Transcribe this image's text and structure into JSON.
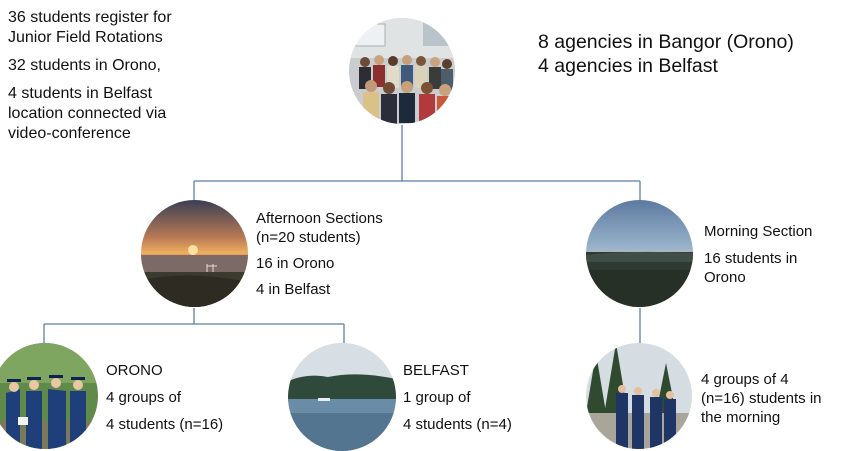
{
  "top_left": {
    "line1": "36 students register for",
    "line2": "Junior Field Rotations",
    "line3": "32 students in Orono,",
    "line4": "4 students in Belfast",
    "line5": "location connected via",
    "line6": "video-conference"
  },
  "top_right": {
    "line1": "8 agencies in Bangor (Orono)",
    "line2": "4 agencies in Belfast"
  },
  "afternoon": {
    "line1": "Afternoon Sections",
    "line2": "(n=20 students)",
    "line3": "16 in Orono",
    "line4": "4 in Belfast"
  },
  "morning": {
    "line1": "Morning Section",
    "line2": "16  students in",
    "line3": "Orono"
  },
  "orono": {
    "line1": "ORONO",
    "line2": "4 groups of",
    "line3": "4 students (n=16)"
  },
  "belfast": {
    "line1": "BELFAST",
    "line2": "1 group of",
    "line3": "4 students (n=4)"
  },
  "morning_groups": {
    "line1": "4 groups of 4",
    "line2": "(n=16) students in",
    "line3": "the morning"
  },
  "colors": {
    "connector": "#5b7fa6"
  }
}
